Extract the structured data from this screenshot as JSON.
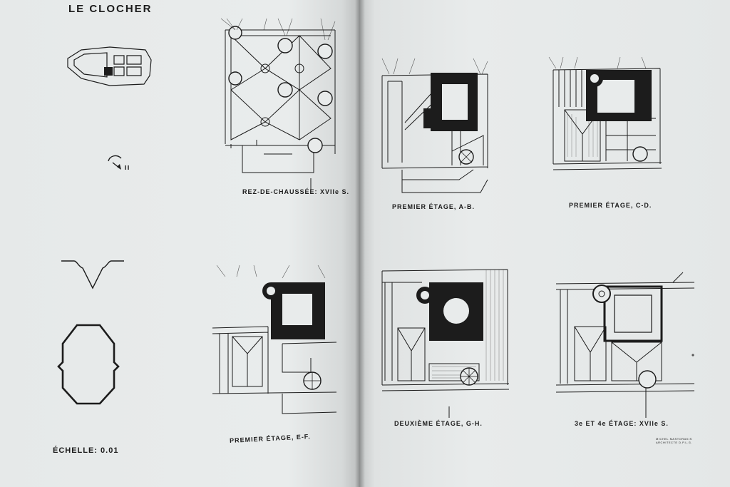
{
  "left_page": {
    "title": "LE CLOCHER",
    "scale_label": "ÉCHELLE: 0.01",
    "captions": {
      "ground_floor": "REZ-DE-CHAUSSÉE: XVIIe S.",
      "first_floor_ef": "PREMIER ÉTAGE, E-F."
    }
  },
  "right_page": {
    "captions": {
      "first_floor_ab": "PREMIER ÉTAGE, A-B.",
      "first_floor_cd": "PREMIER ÉTAGE, C-D.",
      "second_floor_gh": "DEUXIÈME ÉTAGE, G-H.",
      "third_fourth_floor": "3e ET 4e ÉTAGE: XVIIe S."
    },
    "signature_line1": "MICHEL MASTORAKIS",
    "signature_line2": "ARCHITECTE D.P.L.G."
  },
  "colors": {
    "ink": "#1c1c1c",
    "paper": "#e8ebeb",
    "backdrop": "#c8b68f"
  }
}
